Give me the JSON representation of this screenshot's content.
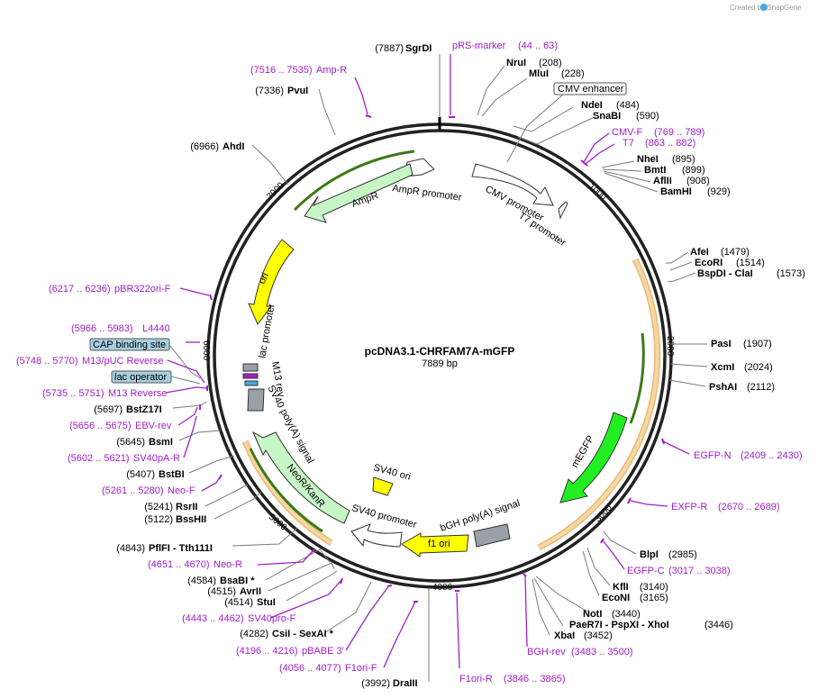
{
  "watermark": "Created by SnapGene",
  "plasmid": {
    "name": "pcDNA3.1-CHRFAM7A-mGFP",
    "length": 7889,
    "length_label": "7889 bp"
  },
  "ticks": [
    "1000",
    "2000",
    "3000",
    "4000",
    "5000",
    "6000",
    "7000"
  ],
  "enzymes": [
    {
      "name": "SgrDI",
      "pos": "(7887)",
      "side": "left"
    },
    {
      "name": "NruI",
      "pos": "(208)",
      "side": "right"
    },
    {
      "name": "MluI",
      "pos": "(228)",
      "side": "right"
    },
    {
      "name": "NdeI",
      "pos": "(484)",
      "side": "right"
    },
    {
      "name": "SnaBI",
      "pos": "(590)",
      "side": "right"
    },
    {
      "name": "NheI",
      "pos": "(895)",
      "side": "right"
    },
    {
      "name": "BmtI",
      "pos": "(899)",
      "side": "right"
    },
    {
      "name": "AflII",
      "pos": "(908)",
      "side": "right"
    },
    {
      "name": "BamHI",
      "pos": "(929)",
      "side": "right"
    },
    {
      "name": "AfeI",
      "pos": "(1479)",
      "side": "right"
    },
    {
      "name": "EcoRI",
      "pos": "(1514)",
      "side": "right"
    },
    {
      "name": "BspDI - ClaI",
      "pos": "(1573)",
      "side": "right"
    },
    {
      "name": "PasI",
      "pos": "(1907)",
      "side": "right"
    },
    {
      "name": "XcmI",
      "pos": "(2024)",
      "side": "right"
    },
    {
      "name": "PshAI",
      "pos": "(2112)",
      "side": "right"
    },
    {
      "name": "BlpI",
      "pos": "(2985)",
      "side": "right"
    },
    {
      "name": "KflI",
      "pos": "(3140)",
      "side": "right"
    },
    {
      "name": "EcoNI",
      "pos": "(3165)",
      "side": "right"
    },
    {
      "name": "NotI",
      "pos": "(3440)",
      "side": "right"
    },
    {
      "name": "PaeR7I - PspXI - XhoI",
      "pos": "(3446)",
      "side": "right"
    },
    {
      "name": "XbaI",
      "pos": "(3452)",
      "side": "right"
    },
    {
      "name": "DraIII",
      "pos": "(3992)",
      "side": "left"
    },
    {
      "name": "CsiI - SexAI *",
      "pos": "(4282)",
      "side": "left"
    },
    {
      "name": "StuI",
      "pos": "(4514)",
      "side": "left"
    },
    {
      "name": "AvrII",
      "pos": "(4515)",
      "side": "left"
    },
    {
      "name": "BsaBI *",
      "pos": "(4584)",
      "side": "left"
    },
    {
      "name": "PflFI - Tth111I",
      "pos": "(4843)",
      "side": "left"
    },
    {
      "name": "BssHII",
      "pos": "(5122)",
      "side": "left"
    },
    {
      "name": "RsrII",
      "pos": "(5241)",
      "side": "left"
    },
    {
      "name": "BstBI",
      "pos": "(5407)",
      "side": "left"
    },
    {
      "name": "BsmI",
      "pos": "(5645)",
      "side": "left"
    },
    {
      "name": "BstZ17I",
      "pos": "(5697)",
      "side": "left"
    },
    {
      "name": "AhdI",
      "pos": "(6966)",
      "side": "left"
    },
    {
      "name": "PvuI",
      "pos": "(7336)",
      "side": "left"
    }
  ],
  "primers": [
    {
      "name": "pRS-marker",
      "range": "(44 .. 63)"
    },
    {
      "name": "Amp-R",
      "range": "(7516 .. 7535)"
    },
    {
      "name": "CMV-F",
      "range": "(769 .. 789)"
    },
    {
      "name": "T7",
      "range": "(863 .. 882)"
    },
    {
      "name": "pBR322ori-F",
      "range": "(6217 .. 6236)"
    },
    {
      "name": "L4440",
      "range": "(5966 .. 5983)"
    },
    {
      "name": "M13/pUC Reverse",
      "range": "(5748 .. 5770)"
    },
    {
      "name": "M13 Reverse",
      "range": "(5735 .. 5751)"
    },
    {
      "name": "EBV-rev",
      "range": "(5656 .. 5675)"
    },
    {
      "name": "SV40pA-R",
      "range": "(5602 .. 5621)"
    },
    {
      "name": "Neo-F",
      "range": "(5261 .. 5280)"
    },
    {
      "name": "Neo-R",
      "range": "(4651 .. 4670)"
    },
    {
      "name": "SV40pro-F",
      "range": "(4443 .. 4462)"
    },
    {
      "name": "pBABE 3'",
      "range": "(4196 .. 4216)"
    },
    {
      "name": "F1ori-F",
      "range": "(4056 .. 4077)"
    },
    {
      "name": "F1ori-R",
      "range": "(3846 .. 3865)"
    },
    {
      "name": "BGH-rev",
      "range": "(3483 .. 3500)"
    },
    {
      "name": "EGFP-N",
      "range": "(2409 .. 2430)"
    },
    {
      "name": "EXFP-R",
      "range": "(2670 .. 2689)"
    },
    {
      "name": "EGFP-C",
      "range": "(3017 .. 3038)"
    }
  ],
  "boxed_features": [
    "CMV enhancer",
    "CAP binding site",
    "lac operator"
  ],
  "features": [
    "AmpR promoter",
    "AmpR",
    "CMV promoter",
    "T7 promoter",
    "ori",
    "lac promoter",
    "M13 rev",
    "SV40 poly(A) signal",
    "NeoR/KanR",
    "SV40 ori",
    "SV40 promoter",
    "f1 ori",
    "bGH poly(A) signal",
    "mEGFP"
  ],
  "colors": {
    "backbone": "#222222",
    "primer": "#a020c8",
    "amp": "#c6f5c6",
    "ori": "#ffff00",
    "gfp": "#22ee22",
    "orf_outline": "#e8a040",
    "orf_dark": "#3c7a18",
    "grey": "#9aa0a8",
    "boxed": "#a6cfe0"
  }
}
